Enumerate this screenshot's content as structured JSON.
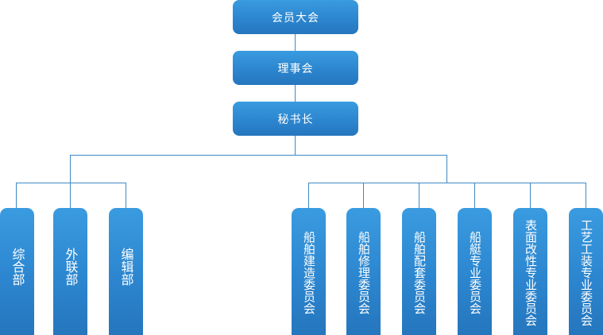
{
  "colors": {
    "node_fill": "#2c86cf",
    "node_text": "#ffffff",
    "connector": "#3f88c5",
    "background": "#ffffff"
  },
  "top_nodes": [
    {
      "label": "会员大会"
    },
    {
      "label": "理事会"
    },
    {
      "label": "秘书长"
    }
  ],
  "left_branch": [
    {
      "label": "综合部"
    },
    {
      "label": "外联部"
    },
    {
      "label": "编辑部"
    }
  ],
  "right_branch": [
    {
      "label": "船舶建造委员会"
    },
    {
      "label": "船舶修理委员会"
    },
    {
      "label": "船舶配套委员会"
    },
    {
      "label": "船艇专业委员会"
    },
    {
      "label": "表面改性专业委员会"
    },
    {
      "label": "工艺工装专业委员会"
    }
  ]
}
